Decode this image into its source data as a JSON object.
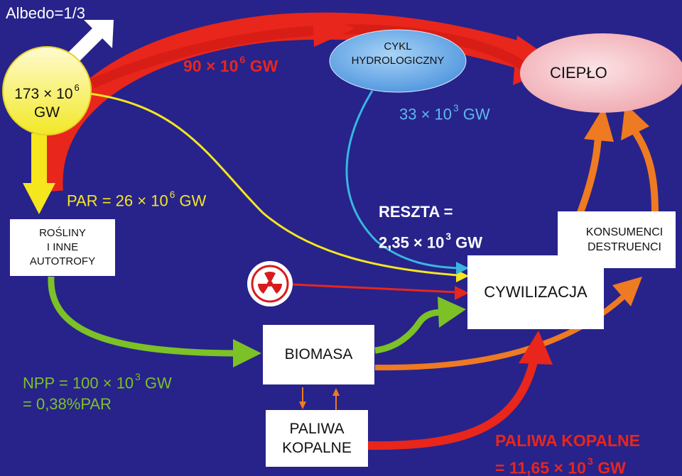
{
  "colors": {
    "background": "#27238a",
    "heat_arrow": "#e8261c",
    "sun": "#f7ef3a",
    "sun_arrow": "#f5e61e",
    "green": "#7cc125",
    "orange": "#ee7a22",
    "cyan": "#38b6e0",
    "white": "#ffffff",
    "heat_fill": "#f6c6cb",
    "hydro_fill": "#6fb1eb"
  },
  "sun": {
    "line1_base": "173 × 10",
    "line1_exp": "6",
    "line2": "GW",
    "albedo": "Albedo=1/3"
  },
  "heat_flow": {
    "base": "90 × 10",
    "exp": "6",
    "unit": "GW"
  },
  "hydro": {
    "line1": "CYKL",
    "line2": "HYDROLOGICZNY",
    "flow_base": "33 × 10",
    "flow_exp": "3",
    "flow_unit": "GW"
  },
  "heat": {
    "label": "CIEPŁO"
  },
  "par": {
    "base": "PAR = 26 × 10",
    "exp": "6",
    "unit": "GW"
  },
  "plants": {
    "line1": "ROŚLINY",
    "line2": "I INNE",
    "line3": "AUTOTROFY"
  },
  "rest": {
    "line1": "RESZTA =",
    "base": "2,35 × 10",
    "exp": "3",
    "unit": "GW"
  },
  "civilization": {
    "label": "CYWILIZACJA"
  },
  "consumers": {
    "line1": "KONSUMENCI",
    "line2": "DESTRUENCI"
  },
  "nuclear": {
    "icon": "radiation-icon"
  },
  "biomass": {
    "label": "BIOMASA"
  },
  "npp": {
    "base": "NPP = 100 × 10",
    "exp": "3",
    "unit": "GW",
    "line2": "= 0,38%PAR"
  },
  "fuels_box": {
    "line1": "PALIWA",
    "line2": "KOPALNE"
  },
  "fuels_flow": {
    "line1": "PALIWA KOPALNE",
    "base": "= 11,65 × 10",
    "exp": "3",
    "unit": "GW"
  }
}
